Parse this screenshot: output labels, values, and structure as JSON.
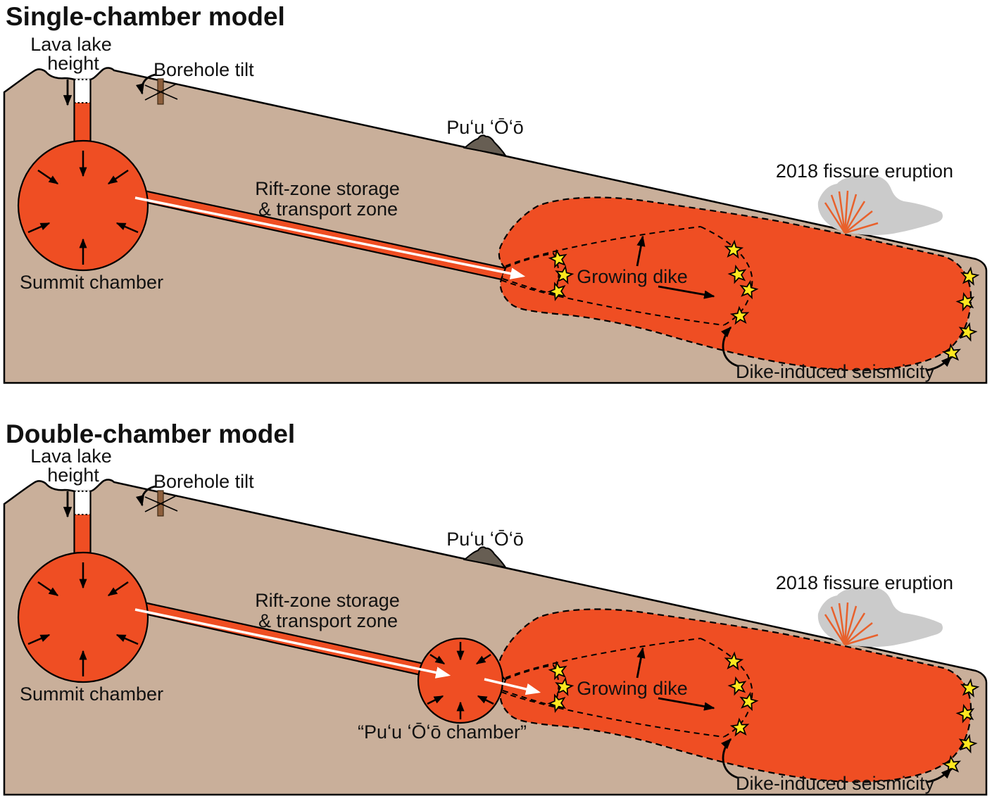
{
  "figure": {
    "description": "Two cross-section cartoons comparing magma plumbing models for the 2018 Kilauea dike intrusion",
    "colors": {
      "ground": "#C9AF9A",
      "magma": "#EF4E23",
      "star": "#FFE71F",
      "flow": "#CBCBCB",
      "cone": "#675E53",
      "borehole": "#8E5F3C",
      "fissure": "#E8612C"
    }
  },
  "panels": [
    {
      "title": "Single-chamber model",
      "labels": {
        "lava_lake_line1": "Lava lake",
        "lava_lake_line2": "height",
        "borehole_tilt": "Borehole tilt",
        "summit_chamber": "Summit chamber",
        "rift_zone_line1": "Rift-zone storage",
        "rift_zone_line2": "& transport zone",
        "puu_oo": "Puʻu ʻŌʻō",
        "growing_dike": "Growing dike",
        "fissure_eruption": "2018 fissure eruption",
        "seismicity": "Dike-induced seismicity"
      }
    },
    {
      "title": "Double-chamber model",
      "labels": {
        "lava_lake_line1": "Lava lake",
        "lava_lake_line2": "height",
        "borehole_tilt": "Borehole tilt",
        "summit_chamber": "Summit chamber",
        "rift_zone_line1": "Rift-zone storage",
        "rift_zone_line2": "& transport zone",
        "puu_oo": "Puʻu ʻŌʻō",
        "growing_dike": "Growing dike",
        "fissure_eruption": "2018 fissure eruption",
        "seismicity": "Dike-induced seismicity",
        "puu_oo_chamber": "“Puʻu ʻŌʻō chamber”"
      }
    }
  ]
}
